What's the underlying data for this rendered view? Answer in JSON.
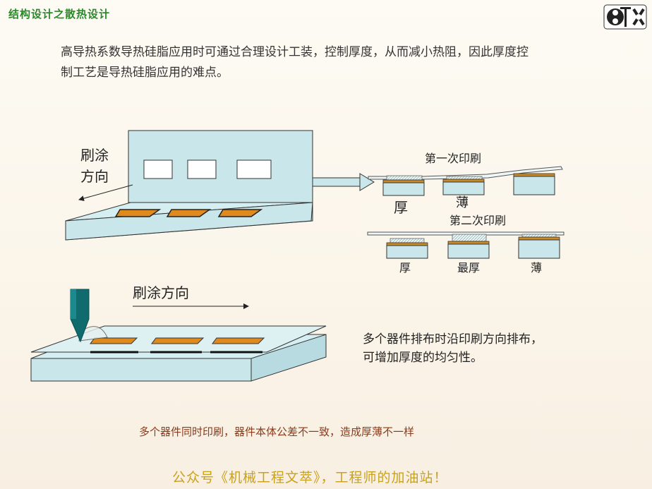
{
  "header": {
    "title": "结构设计之散热设计",
    "logo_text": "8TX"
  },
  "intro": {
    "line1": "高导热系数导热硅脂应用时可通过合理设计工装，控制厚度，从而减小热阻，因此厚度控",
    "line2": "制工艺是导热硅脂应用的难点。"
  },
  "top_diagram": {
    "brush_line1": "刷涂",
    "brush_line2": "方向"
  },
  "print_diagram": {
    "first_print": "第一次印刷",
    "thick": "厚",
    "thin": "薄",
    "second_print": "第二次印刷",
    "thick2": "厚",
    "thickest": "最厚",
    "thin2": "薄"
  },
  "bottom_diagram": {
    "brush_direction": "刷涂方向"
  },
  "notes": {
    "arrange_line1": "多个器件排布时沿印刷方向排布，",
    "arrange_line2": "可增加厚度的均匀性。",
    "tolerance": "多个器件同时印刷，器件本体公差不一致，造成厚薄不一样"
  },
  "footer": {
    "text": "公众号《机械工程文萃》，工程师的加油站！"
  },
  "colors": {
    "board": "#c9e6ea",
    "pad": "#e08a1e",
    "title_green": "#2a8a2a",
    "footer_gold": "#c9a21a"
  }
}
